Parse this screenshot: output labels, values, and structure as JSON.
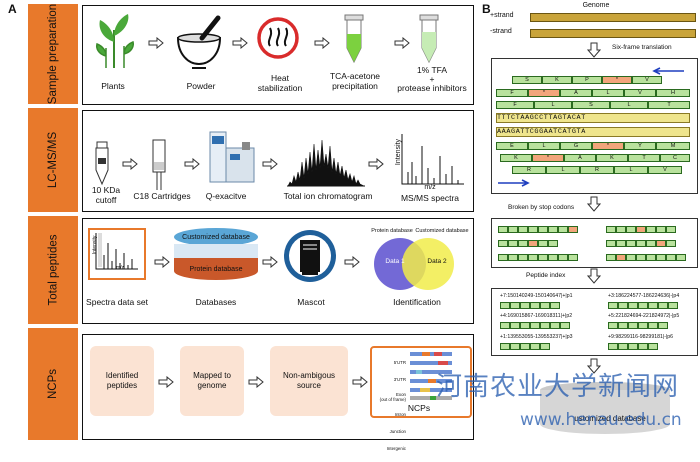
{
  "panelA": {
    "letter": "A",
    "stages": [
      "Sample preparation",
      "LC-MS/MS",
      "Total peptides",
      "NCPs"
    ],
    "sample": {
      "plants": "Plants",
      "powder": "Powder",
      "heat": "Heat\nstabilization",
      "tca": "TCA-acetone\nprecipitation",
      "tfa": "1% TFA\n+\nprotease inhibitors"
    },
    "lcms": {
      "cutoff": "10 KDa\ncutoff",
      "c18": "C18 Cartridges",
      "qex": "Q-exacitve",
      "tic": "Total ion chromatogram",
      "ms": "MS/MS spectra",
      "intensity": "Intensity",
      "mz": "m/z"
    },
    "total": {
      "spectra": "Spectra data set",
      "intensity": "Intensity",
      "mz": "m/z",
      "customized": "Customized database",
      "protein": "Protein database",
      "databases": "Databases",
      "mascot": "Mascot",
      "protein_db": "Protein database",
      "custom_db": "Customized database",
      "data1": "Data 1",
      "data2": "Data 2",
      "identification": "Identification"
    },
    "ncps": {
      "identified": "Identified\npeptides",
      "mapped": "Mapped to\ngenome",
      "nonambig": "Non-ambigous\nsource",
      "ncps": "NCPs",
      "types": [
        "5'UTR",
        "3'UTR",
        "Exon\n(out of frame)",
        "Intron",
        "Junction",
        "Intergenic"
      ]
    }
  },
  "panelB": {
    "letter": "B",
    "genome": "Genome",
    "plus": "+strand",
    "minus": "-strand",
    "six_frame": "Six-frame translation",
    "frame1": [
      "S",
      "K",
      "P",
      "*",
      "V"
    ],
    "frame2": [
      "F",
      "*",
      "A",
      "L",
      "V",
      "H"
    ],
    "frame3": [
      "F",
      "L",
      "S",
      "L",
      "T"
    ],
    "seq_top": "TTTCTAAGCCTTAGTACAT",
    "seq_bot": "AAAGATTCGGAATCATGTA",
    "frame4": [
      "E",
      "L",
      "G",
      "*",
      "Y",
      "M"
    ],
    "frame5": [
      "K",
      "*",
      "A",
      "K",
      "T",
      "C"
    ],
    "frame6": [
      "R",
      "L",
      "R",
      "L",
      "V"
    ],
    "broken": "Broken by stop codons",
    "peptide_index": "Peptide index",
    "peptides": [
      "+7:150140249-150140647|+|p1",
      "+4:169015867-169018311|+|p2",
      "+1:139553055-139553237|+|p3",
      "+3:186224577-186224636|-|p4",
      "+5:221824694-221824972|-|p5",
      "+9:98299116-98299181|-|p6"
    ],
    "database": "ustomized database"
  },
  "watermark": {
    "cn": "河南农业大学新闻网",
    "url": "www.henau.edu.cn"
  },
  "colors": {
    "stage": "#e8792b",
    "frame": "#b9e29d",
    "stop": "#f2a57b",
    "seq": "#efe58d",
    "genome": "#c9a43a"
  }
}
